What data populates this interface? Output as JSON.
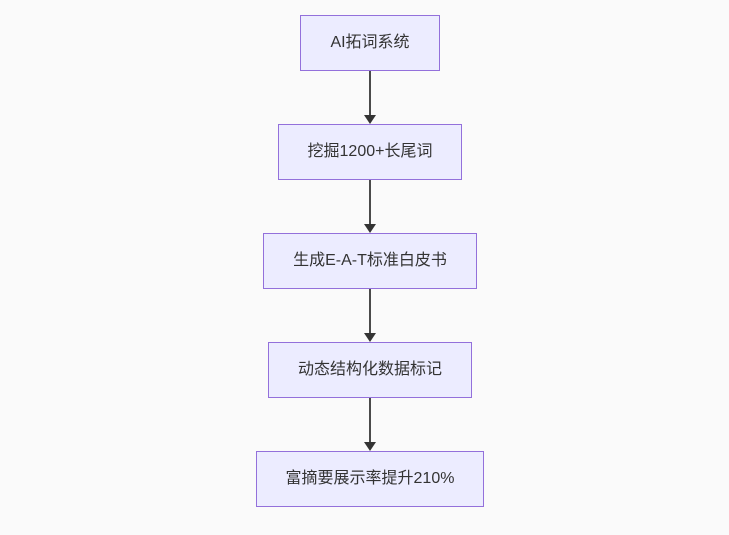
{
  "diagram": {
    "type": "flowchart",
    "direction": "top-down",
    "nodes": [
      {
        "id": "node-1",
        "label": "AI拓词系统"
      },
      {
        "id": "node-2",
        "label": "挖掘1200+长尾词"
      },
      {
        "id": "node-3",
        "label": "生成E-A-T标准白皮书"
      },
      {
        "id": "node-4",
        "label": "动态结构化数据标记"
      },
      {
        "id": "node-5",
        "label": "富摘要展示率提升210%"
      }
    ],
    "edges": [
      {
        "from": "node-1",
        "to": "node-2"
      },
      {
        "from": "node-2",
        "to": "node-3"
      },
      {
        "from": "node-3",
        "to": "node-4"
      },
      {
        "from": "node-4",
        "to": "node-5"
      }
    ],
    "colors": {
      "node_fill": "#ECECFF",
      "node_border": "#9370DB",
      "node_text": "#333333",
      "arrow": "#333333",
      "background": "#fafafa"
    }
  }
}
